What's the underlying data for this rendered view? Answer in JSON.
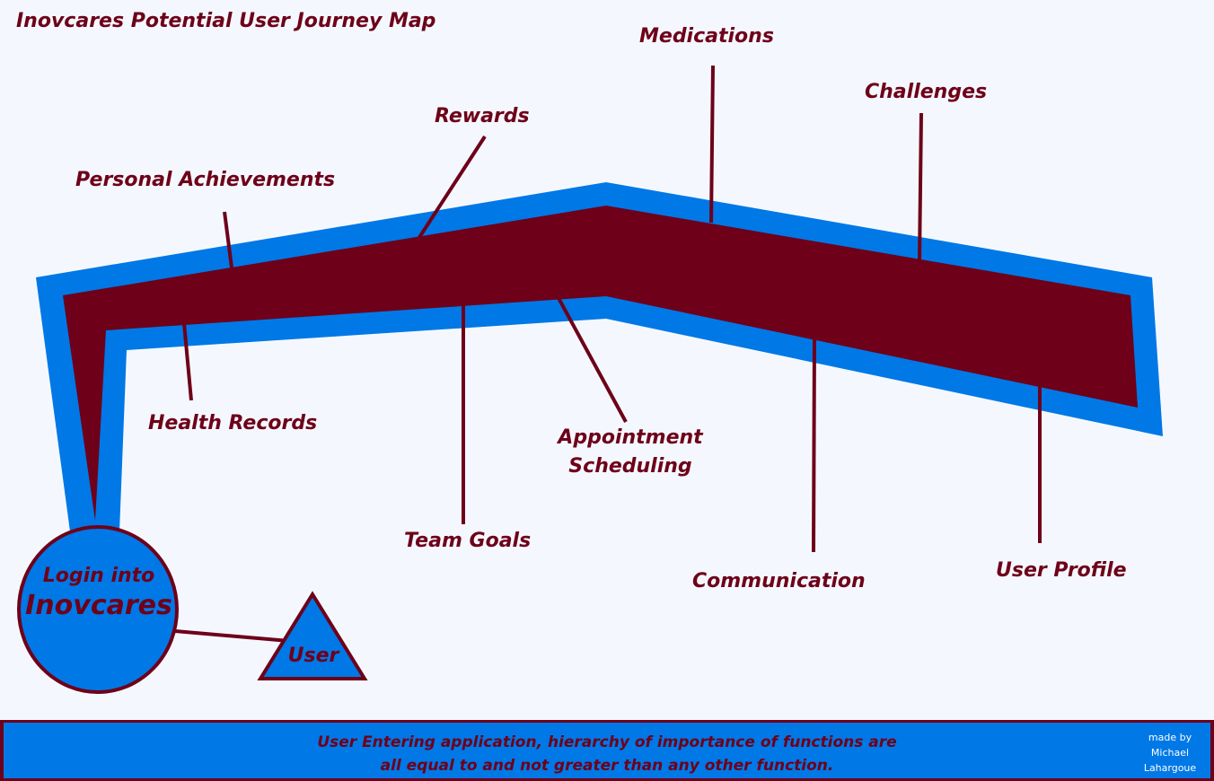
{
  "diagram": {
    "title": "Inovcares Potential User Journey Map",
    "colors": {
      "path_outline": "#0078e6",
      "path_fill": "#6e0019",
      "text": "#6e0019",
      "background": "#f4f8fe"
    },
    "start_node": {
      "line1": "Login into",
      "line2": "Inovcares"
    },
    "user_node": {
      "label": "User"
    },
    "functions": [
      {
        "id": "personal-achievements",
        "label": "Personal Achievements"
      },
      {
        "id": "rewards",
        "label": "Rewards"
      },
      {
        "id": "medications",
        "label": "Medications"
      },
      {
        "id": "challenges",
        "label": "Challenges"
      },
      {
        "id": "health-records",
        "label": "Health Records"
      },
      {
        "id": "team-goals",
        "label": "Team Goals"
      },
      {
        "id": "appointment-scheduling",
        "label_line1": "Appointment",
        "label_line2": "Scheduling"
      },
      {
        "id": "communication",
        "label": "Communication"
      },
      {
        "id": "user-profile",
        "label": "User Profile"
      }
    ]
  },
  "footer": {
    "note_line1": "User Entering application, hierarchy of importance of functions are",
    "note_line2": "all equal to and not greater than any other function.",
    "credit_line1": "made by",
    "credit_line2": "Michael",
    "credit_line3": "Lahargoue"
  }
}
